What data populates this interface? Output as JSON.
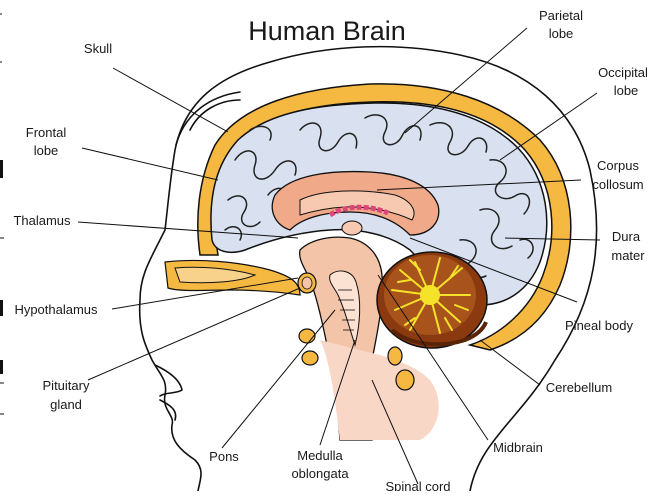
{
  "title": "Human Brain",
  "labels": {
    "skull": "Skull",
    "parietal_1": "Parietal",
    "parietal_2": "lobe",
    "occipital_1": "Occipital",
    "occipital_2": "lobe",
    "frontal_1": "Frontal",
    "frontal_2": "lobe",
    "corpus_1": "Corpus",
    "corpus_2": "collosum",
    "thalamus": "Thalamus",
    "dura_1": "Dura",
    "dura_2": "mater",
    "hypothalamus": "Hypothalamus",
    "pineal": "Pineal body",
    "pituitary_1": "Pituitary",
    "pituitary_2": "gland",
    "cerebellum": "Cerebellum",
    "pons": "Pons",
    "medulla_1": "Medulla",
    "medulla_2": "oblongata",
    "midbrain": "Midbrain",
    "spinal": "Spinal cord"
  },
  "colors": {
    "skull": "#f5b942",
    "cortex": "#d9e1f0",
    "brainstem": "#f4c4a8",
    "corpus": "#f0a989",
    "cerebellum_dark": "#8b3a0f",
    "cerebellum_core": "#f5e32a",
    "pink_arc": "#e0457a"
  }
}
